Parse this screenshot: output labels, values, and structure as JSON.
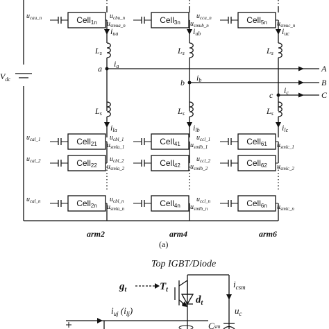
{
  "vdc_label": "V",
  "vdc_sub": "dc",
  "inductor_label": "L",
  "inductor_sub": "s",
  "upper_cells": [
    {
      "name": "Cell",
      "sub": "1n",
      "u_left": "u",
      "u_left_sub": "cau_n",
      "u_right": "u",
      "u_right_sub": "smua_n",
      "i_arm": "i",
      "i_arm_sub": "ua"
    },
    {
      "name": "Cell",
      "sub": "3n",
      "u_left": "u",
      "u_left_sub": "cbu_n",
      "u_right": "u",
      "u_right_sub": "smub_n",
      "i_arm": "i",
      "i_arm_sub": "ub"
    },
    {
      "name": "Cell",
      "sub": "5n",
      "u_left": "u",
      "u_left_sub": "ccu_n",
      "u_right": "u",
      "u_right_sub": "smuc_n",
      "i_arm": "i",
      "i_arm_sub": "uc"
    }
  ],
  "lower_arm_currents": [
    {
      "i": "i",
      "sub": "la"
    },
    {
      "i": "i",
      "sub": "lb"
    },
    {
      "i": "i",
      "sub": "lc"
    }
  ],
  "lower_cells": [
    [
      {
        "name": "Cell",
        "sub": "21",
        "u_left": "u",
        "u_left_sub": "cal_1",
        "u_right": "u",
        "u_right_sub": "smla_1"
      },
      {
        "name": "Cell",
        "sub": "22",
        "u_left": "u",
        "u_left_sub": "cal_2",
        "u_right": "u",
        "u_right_sub": "smla_2"
      },
      {
        "name": "Cell",
        "sub": "2n",
        "u_left": "u",
        "u_left_sub": "cal_n",
        "u_right": "u",
        "u_right_sub": "smla_n"
      }
    ],
    [
      {
        "name": "Cell",
        "sub": "41",
        "u_left": "u",
        "u_left_sub": "cbl_1",
        "u_right": "u",
        "u_right_sub": "smlb_1"
      },
      {
        "name": "Cell",
        "sub": "42",
        "u_left": "u",
        "u_left_sub": "cbl_2",
        "u_right": "u",
        "u_right_sub": "smlb_2"
      },
      {
        "name": "Cell",
        "sub": "4n",
        "u_left": "u",
        "u_left_sub": "cbl_n",
        "u_right": "u",
        "u_right_sub": "smlb_n"
      }
    ],
    [
      {
        "name": "Cell",
        "sub": "61",
        "u_left": "u",
        "u_left_sub": "ccl_1",
        "u_right": "u",
        "u_right_sub": "smlc_1"
      },
      {
        "name": "Cell",
        "sub": "62",
        "u_left": "u",
        "u_left_sub": "ccl_2",
        "u_right": "u",
        "u_right_sub": "smlc_2"
      },
      {
        "name": "Cell",
        "sub": "6n",
        "u_left": "u",
        "u_left_sub": "ccl_n",
        "u_right": "u",
        "u_right_sub": "smlc_n"
      }
    ]
  ],
  "phases": [
    {
      "node": "a",
      "i": "i",
      "i_sub": "a",
      "out": "A"
    },
    {
      "node": "b",
      "i": "i",
      "i_sub": "b",
      "out": "B"
    },
    {
      "node": "c",
      "i": "i",
      "i_sub": "c",
      "out": "C"
    }
  ],
  "arm_labels": [
    "arm2",
    "arm4",
    "arm6"
  ],
  "caption_a": "(a)",
  "detail": {
    "title": "Top IGBT/Diode",
    "gate": "g",
    "gate_sub": "t",
    "switch": "T",
    "switch_sub": "t",
    "diode": "d",
    "diode_sub": "t",
    "arm_current": "i",
    "arm_current_sub_u": "uj",
    "arm_current_open": " (",
    "arm_current_sub_l_base": "i",
    "arm_current_sub_l": "lj",
    "arm_current_close": ")",
    "csm": "i",
    "csm_sub": "csm",
    "uc": "u",
    "uc_sub": "c",
    "cap": "C",
    "cap_sub": "sm"
  }
}
